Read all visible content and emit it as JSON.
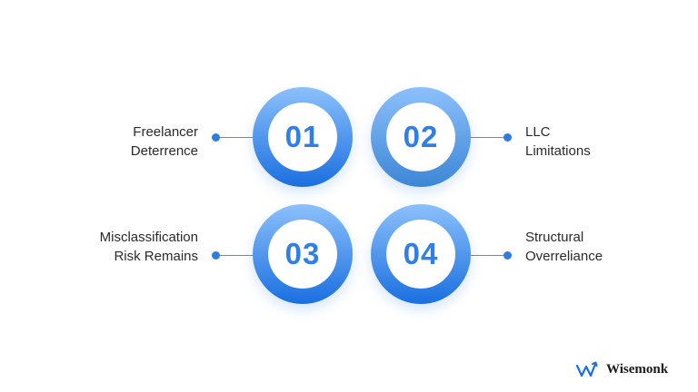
{
  "items": [
    {
      "number": "01",
      "label_line1": "Freelancer",
      "label_line2": "Deterrence"
    },
    {
      "number": "02",
      "label_line1": "LLC",
      "label_line2": "Limitations"
    },
    {
      "number": "03",
      "label_line1": "Misclassification",
      "label_line2": "Risk Remains"
    },
    {
      "number": "04",
      "label_line1": "Structural",
      "label_line2": "Overreliance"
    }
  ],
  "brand": {
    "name": "Wisemonk",
    "icon": "wisemonk-logo-icon"
  },
  "colors": {
    "ring_light": "#8cc0fb",
    "ring_dark": "#1a6fe0",
    "ring_2_dark": "#3d86d6",
    "number_text": "#2f80e6",
    "connector": "#4a90e8",
    "label_text": "#2a2a2a"
  }
}
